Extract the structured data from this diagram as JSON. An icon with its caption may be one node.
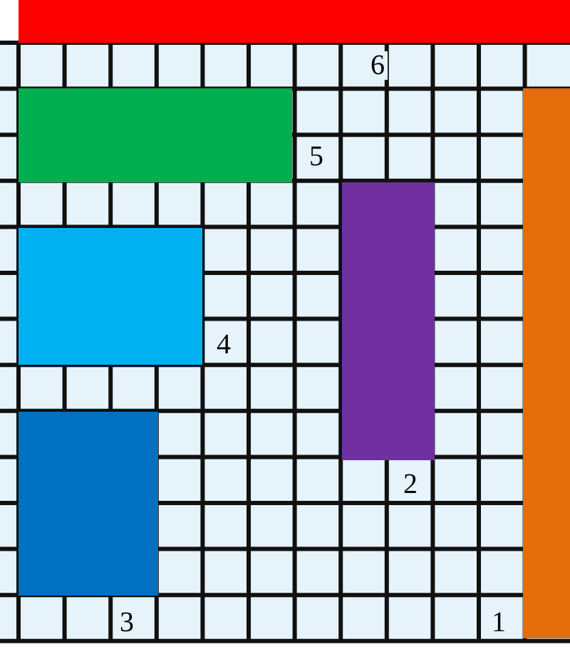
{
  "diagram": {
    "nodes": [
      {
        "text": [],
        "shape": "box",
        "beside": [
          "6"
        ]
      },
      {
        "text": [],
        "shape": "box",
        "beside": [
          "5"
        ]
      },
      {
        "text": [],
        "shape": "box",
        "beside": [
          "4"
        ]
      },
      {
        "text": [],
        "shape": "box",
        "beside": [
          "3"
        ]
      },
      {
        "text": [],
        "shape": "box",
        "beside": [
          "2"
        ]
      },
      {
        "text": [],
        "shape": "box",
        "beside": [
          "1"
        ]
      }
    ]
  }
}
